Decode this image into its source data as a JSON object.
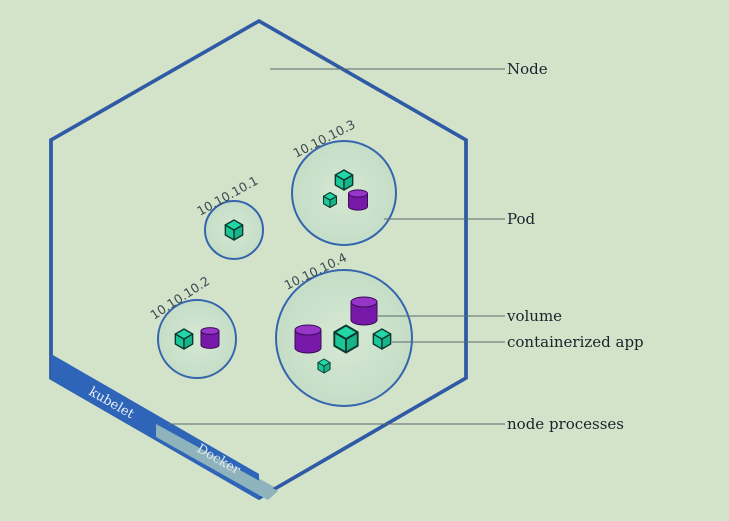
{
  "colors": {
    "background": "#d3e3c9",
    "node_stroke": "#2f5aa6",
    "pod_fill": "#cbe0cb",
    "pod_stroke": "#3565ad",
    "container_fill": "#22d6a6",
    "container_dark": "#0b3b30",
    "volume_fill": "#7719a8",
    "volume_top": "#9636c9",
    "kubelet_band": "#2f65b8",
    "docker_band": "#8fb3bc",
    "leader_line": "#5a6a6e"
  },
  "labels": {
    "node": "Node",
    "pod": "Pod",
    "volume": "volume",
    "containerized_app": "containerized app",
    "node_processes": "node processes"
  },
  "pods": [
    {
      "ip": "10.10.10.1"
    },
    {
      "ip": "10.10.10.2"
    },
    {
      "ip": "10.10.10.3"
    },
    {
      "ip": "10.10.10.4"
    }
  ],
  "processes": {
    "kubelet": "kubelet",
    "docker": "Docker"
  }
}
